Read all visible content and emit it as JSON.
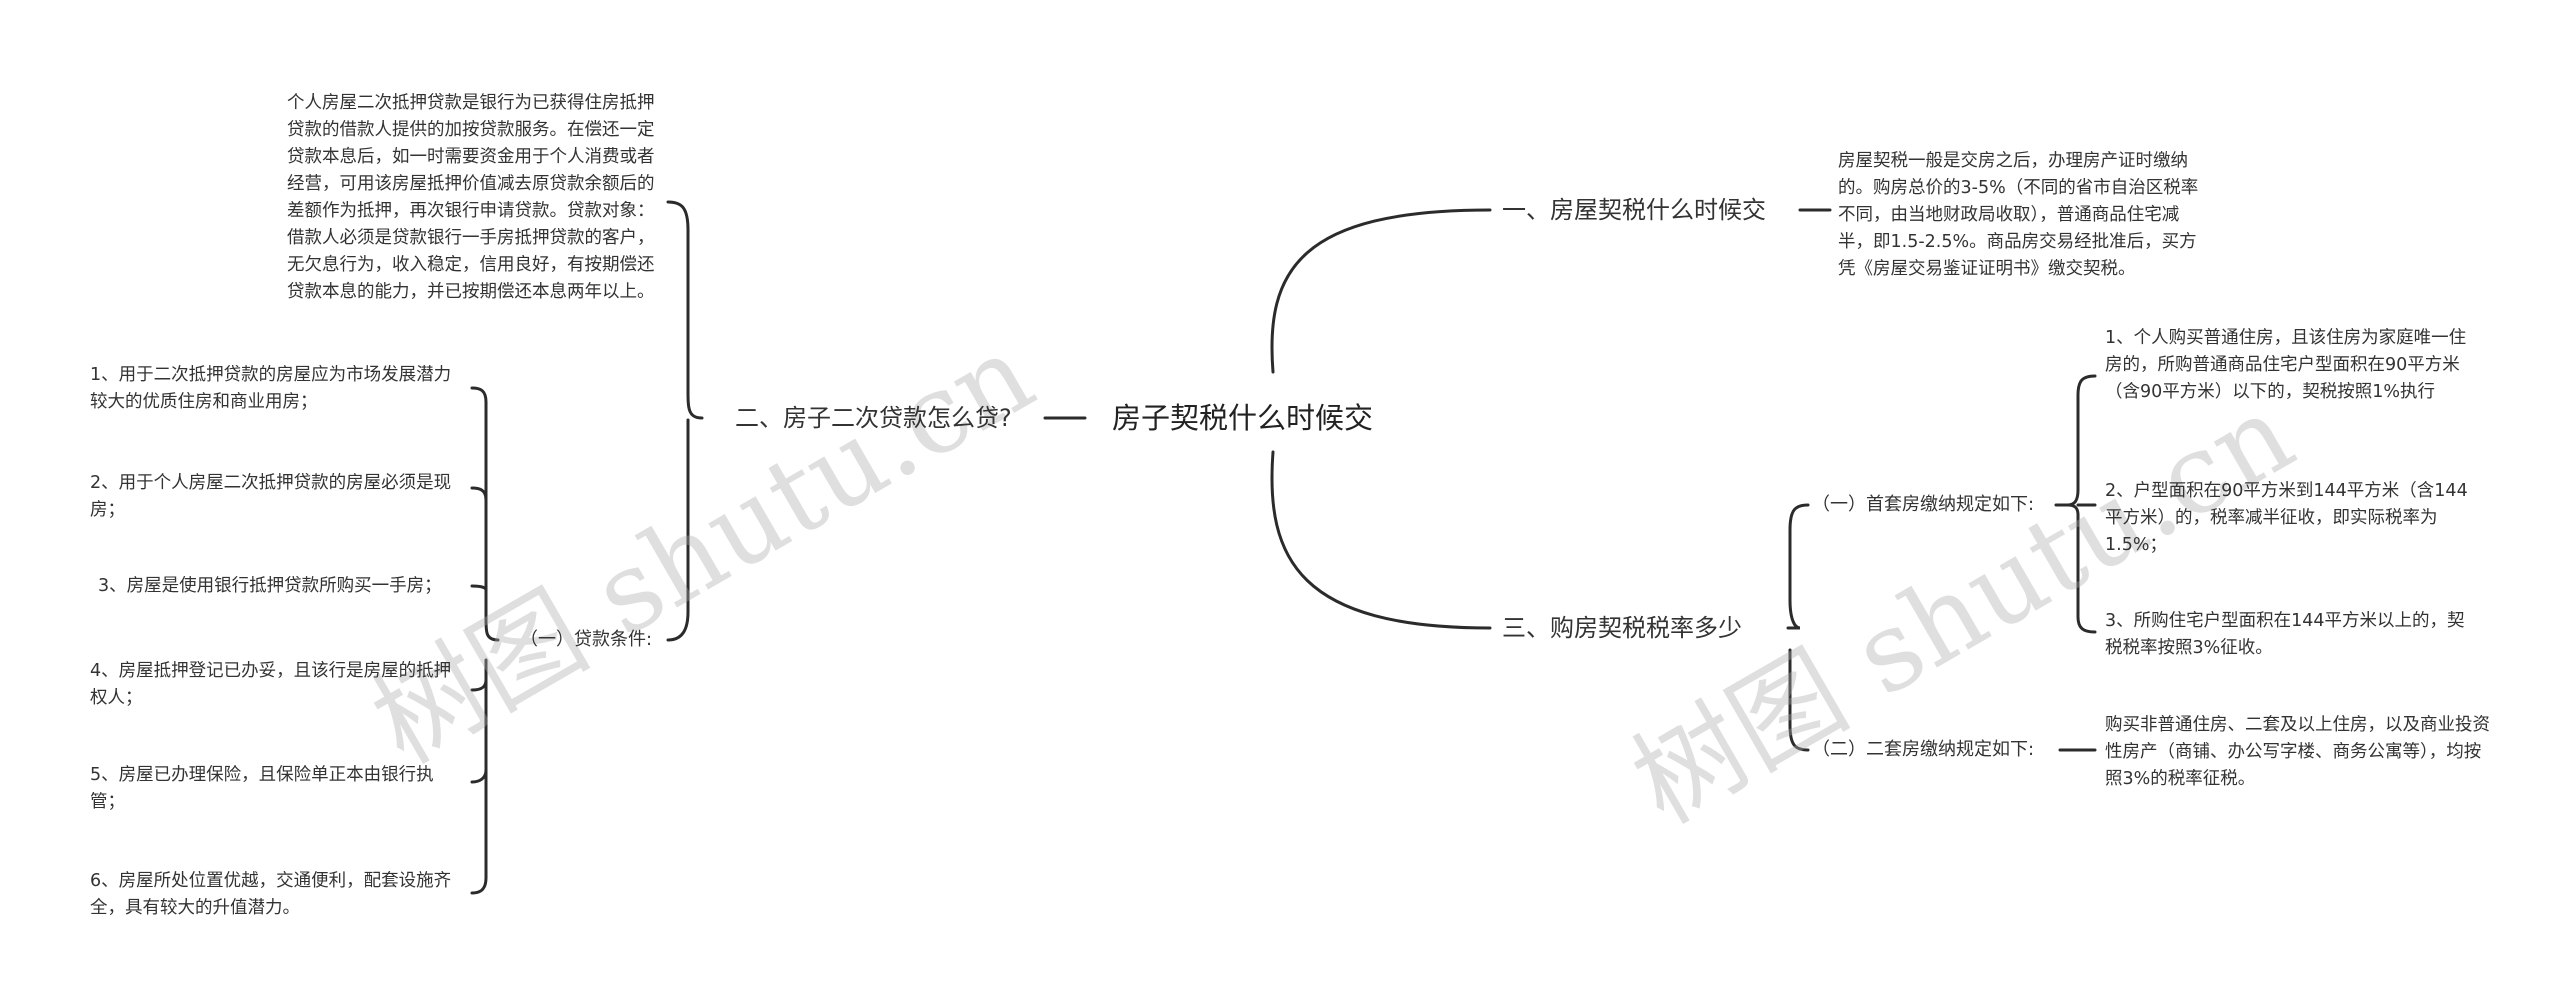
{
  "root": {
    "label": "房子契税什么时候交"
  },
  "branches": {
    "b1": {
      "label": "一、房屋契税什么时候交",
      "detail": "房屋契税一般是交房之后，办理房产证时缴纳的。购房总价的3-5%（不同的省市自治区税率不同，由当地财政局收取），普通商品住宅减半，即1.5-2.5%。商品房交易经批准后，买方凭《房屋交易鉴证证明书》缴交契税。"
    },
    "b2": {
      "label": "二、房子二次贷款怎么贷?",
      "intro": "个人房屋二次抵押贷款是银行为已获得住房抵押贷款的借款人提供的加按贷款服务。在偿还一定贷款本息后，如一时需要资金用于个人消费或者经营，可用该房屋抵押价值减去原贷款余额后的差额作为抵押，再次银行申请贷款。贷款对象：借款人必须是贷款银行一手房抵押贷款的客户，无欠息行为，收入稳定，信用良好，有按期偿还贷款本息的能力，并已按期偿还本息两年以上。",
      "sub": {
        "label": "（一）贷款条件:",
        "items": [
          "1、用于二次抵押贷款的房屋应为市场发展潜力较大的优质住房和商业用房；",
          "2、用于个人房屋二次抵押贷款的房屋必须是现房；",
          "3、房屋是使用银行抵押贷款所购买一手房；",
          "4、房屋抵押登记已办妥，且该行是房屋的抵押权人；",
          "5、房屋已办理保险，且保险单正本由银行执管；",
          "6、房屋所处位置优越，交通便利，配套设施齐全，具有较大的升值潜力。"
        ]
      }
    },
    "b3": {
      "label": "三、购房契税税率多少",
      "sub1": {
        "label": "（一）首套房缴纳规定如下:",
        "items": [
          "1、个人购买普通住房，且该住房为家庭唯一住房的，所购普通商品住宅户型面积在90平方米（含90平方米）以下的，契税按照1%执行",
          "2、户型面积在90平方米到144平方米（含144平方米）的，税率减半征收，即实际税率为1.5%；",
          "3、所购住宅户型面积在144平方米以上的，契税税率按照3%征收。"
        ]
      },
      "sub2": {
        "label": "（二）二套房缴纳规定如下:",
        "detail": "购买非普通住房、二套及以上住房，以及商业投资性房产（商铺、办公写字楼、商务公寓等），均按照3%的税率征税。"
      }
    }
  },
  "watermark": {
    "left": "树图 shutu.cn",
    "right": "树图 shutu.cn"
  },
  "colors": {
    "line": "#2b2b2b",
    "text": "#333333",
    "watermark": "#aaaaaa"
  }
}
